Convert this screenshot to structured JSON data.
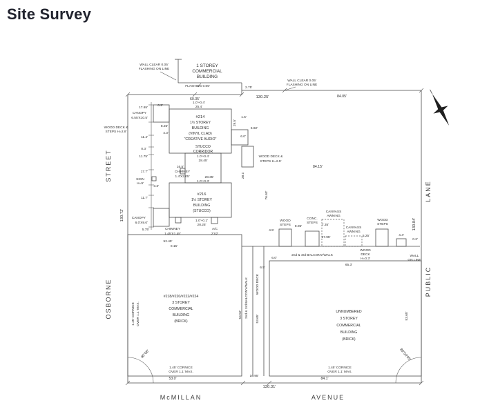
{
  "title": "Site Survey",
  "streets": {
    "west_top": "STREET",
    "west_bottom": "OSBORNE",
    "east_top": "LANE",
    "east_bottom": "PUBLIC",
    "south_left": "McMILLAN",
    "south_right": "AVENUE"
  },
  "boundary": {
    "north": "130.25'",
    "south": "130.31'",
    "west": "130.72'",
    "east": "130.84'"
  },
  "buildings": {
    "north_commercial": {
      "l1": "1 STOREY",
      "l2": "COMMERCIAL",
      "l3": "BUILDING"
    },
    "b214": {
      "num": "#214",
      "l1": "1½ STOREY",
      "l2": "BUILDING",
      "l3": "(VINYL CLAD)",
      "l4": "\"CREATIVE AUDIO\""
    },
    "b216": {
      "num": "#216",
      "l1": "1½ STOREY",
      "l2": "BUILDING",
      "l3": "(STUCCO)"
    },
    "b218": {
      "num": "#218/#220/#222/#224",
      "l1": "3 STOREY",
      "l2": "COMMERCIAL",
      "l3": "BUILDING",
      "l4": "(BRICK)"
    },
    "unnumbered": {
      "num": "UNNUMBERED",
      "l1": "3 STOREY",
      "l2": "COMMERCIAL",
      "l3": "BUILDING",
      "l4": "(BRICK)"
    }
  },
  "ann": {
    "wall_clear_1": "WALL CLEAR 0.05'",
    "wall_clear_2": "FLASHING ON LINE",
    "flashing": "FLASHING 0.05'",
    "d_2_75": "2.75'",
    "d_60_35": "60.35'",
    "d_84_05": "84.05'",
    "d_17_65": "17.65'",
    "canopy": "CANOPY",
    "canopy_size_n": "6.55'X10.5'",
    "canopy_size_s": "6.0'X9.0'",
    "wd28_1": "WOOD DECK &",
    "wd28_2": "STEPS H=2.8'",
    "wd25_1": "WOOD DECK &",
    "wd25_2": "STEPS H=2.5'",
    "d_11_4": "11.4'",
    "d_0_3": "0.3'",
    "d_11_75": "11.75'",
    "d_17_7": "17.7'",
    "sign_1": "SIGN",
    "sign_2": "H=9'",
    "d_3_3": "3.3'",
    "d_11_7": "11.7'",
    "d_5_75": "5.75'",
    "d_6_9": "6.9'",
    "d_25_4": "25.4'",
    "plus_04": "1.0'+0.4'",
    "plus_03": "1.0'+0.3'",
    "plus_01": "1.0'+0.1'",
    "d_8_25": "8.25'",
    "d_4_3": "4.3'",
    "d_29_5": "29.5'",
    "d_1_5": "1.5'",
    "d_6_92": "6.92'",
    "d_6_0": "6.0'",
    "stucco_1": "STUCCO",
    "stucco_2": "CORRIDOR",
    "d_28_45": "28.45'",
    "d_16_5": "16.5'",
    "chimney": "CHIMNEY",
    "chim_size_1": "1.4'X2.05'",
    "chim_size_2": "1.45'X1.45'",
    "d_28_35": "28.35'",
    "d_28_1": "28.1'",
    "d_84_15": "84.15'",
    "d_76_63": "76.63'",
    "d_28_25": "28.25'",
    "ac": "A/C",
    "ac_size": "2'X2'",
    "d_52_45": "52.45'",
    "d_0_15": "0.15'",
    "d_4_5": "4.5'",
    "wood": "WOOD",
    "steps": "STEPS",
    "d_8_05": "8.05'",
    "conc": "CONC.",
    "d_7_35": "7.35'",
    "canvass": "CANVASS",
    "awning": "AWNING",
    "d_5_25": "5.25'",
    "d_67_95": "67.95'",
    "deck": "DECK",
    "h_0_3": "H=0.3'",
    "balcony_walk": "2nd & 3rd BALCONY/WALK",
    "d_65_3": "65.3'",
    "d_4_4": "4.4'",
    "d_0_2": "0.2'",
    "wall": "WALL",
    "on_line": "ON LINE",
    "cornice_1": "1.45' CORNICE",
    "cornice_2": "OVER 1.1' MAX.",
    "angle_sw": "90°08'",
    "angle_se": "89°50'05\"",
    "d_53_0": "53.0'",
    "d_10_95": "10.95'",
    "d_84_1": "84.1'",
    "wood_deck_v": "WOOD DECK",
    "d_54_52": "54.52'",
    "d_53_65": "53.65'",
    "d_6_5": "6.5'"
  }
}
